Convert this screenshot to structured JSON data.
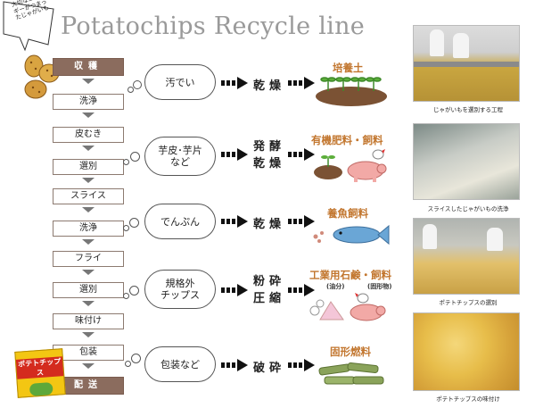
{
  "title": "Potatochips Recycle line",
  "banner_text": "大切なエネルギーがつまったじゃがいも",
  "process_steps": [
    "収穫",
    "洗浄",
    "皮むき",
    "選別",
    "スライス",
    "洗浄",
    "フライ",
    "選別",
    "味付け",
    "包装",
    "配送"
  ],
  "rows": [
    {
      "cloud": "汚でい",
      "process": "乾燥",
      "product": "培養土"
    },
    {
      "cloud": "芋皮･芋片\nなど",
      "process": "発酵\n乾燥",
      "product": "有機肥料・飼料"
    },
    {
      "cloud": "でんぷん",
      "process": "乾燥",
      "product": "養魚飼料"
    },
    {
      "cloud": "規格外\nチップス",
      "process": "粉砕\n圧縮",
      "product": "工業用石鹸・飼料",
      "product_sub_left": "(油分)",
      "product_sub_right": "(固形物)"
    },
    {
      "cloud": "包装など",
      "process": "破砕",
      "product": "固形燃料"
    }
  ],
  "photos": [
    {
      "caption": "じゃがいもを選別する工程"
    },
    {
      "caption": "スライスしたじゃがいもの洗浄"
    },
    {
      "caption": "ポテトチップスの選別"
    },
    {
      "caption": "ポテトチップスの味付け"
    }
  ],
  "package_label": "ポテトチップス",
  "colors": {
    "step_dark": "#8b6c5e",
    "product_text": "#c2762e",
    "title": "#9a9a9a"
  }
}
